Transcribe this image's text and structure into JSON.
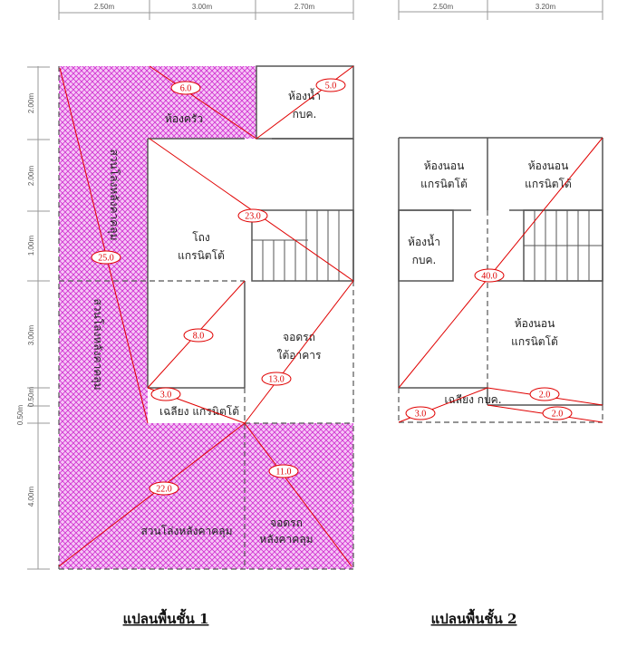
{
  "top_dims_floor1": [
    "2.50m",
    "3.00m",
    "2.70m"
  ],
  "top_dims_floor2": [
    "2.50m",
    "3.20m"
  ],
  "side_dims_floor1": [
    "2.00m",
    "2.00m",
    "1.00m",
    "3.00m",
    "0.50m",
    "0.50m",
    "4.00m"
  ],
  "floor1": {
    "title": "แปลนพื้นชั้น 1",
    "rooms": {
      "kitchen": "ห้องครัว",
      "bath_1": "ห้องน้ำ",
      "bath_2": "กบค.",
      "hall_1": "โถง",
      "hall_2": "แกรนิตโต้",
      "side_garden": "สวนโล่งหลังคาคลุม",
      "side_garden_2": "สวนโล่งหลังคาคลุม",
      "parking_1": "จอดรถ",
      "parking_2": "ใต้อาคาร",
      "porch": "เฉลียง แกรนิตโต้",
      "back_garden": "สวนโล่งหลังคาคลุม",
      "back_parking_1": "จอดรถ",
      "back_parking_2": "หลังคาคลุม"
    },
    "measurements": [
      "25.0",
      "6.0",
      "5.0",
      "23.0",
      "8.0",
      "3.0",
      "13.0",
      "22.0",
      "11.0"
    ]
  },
  "floor2": {
    "title": "แปลนพื้นชั้น 2",
    "rooms": {
      "bed1_1": "ห้องนอน",
      "bed1_2": "แกรนิตโต้",
      "bed2_1": "ห้องนอน",
      "bed2_2": "แกรนิตโต้",
      "bath_1": "ห้องน้ำ",
      "bath_2": "กบค.",
      "bed3_1": "ห้องนอน",
      "bed3_2": "แกรนิตโต้",
      "porch": "เฉลียง กบค."
    },
    "measurements": [
      "40.0",
      "3.0",
      "2.0",
      "2.0"
    ]
  },
  "colors": {
    "hatch": "#e040e0",
    "measure": "#e00000",
    "wall": "#555555"
  }
}
